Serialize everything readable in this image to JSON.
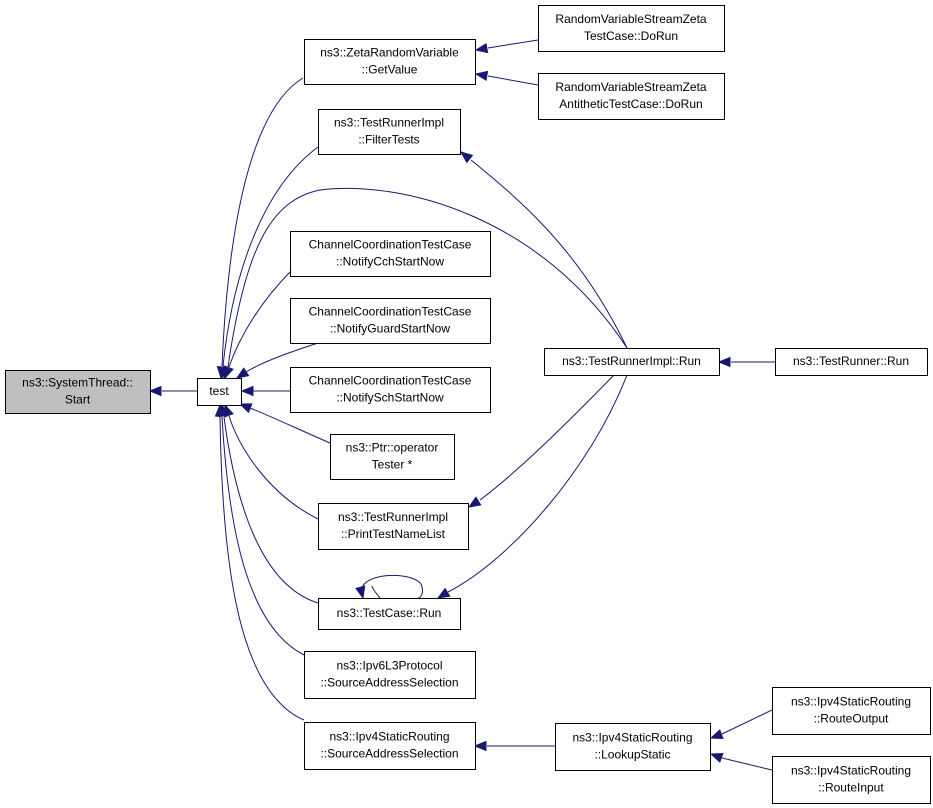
{
  "graph": {
    "nodes": [
      {
        "id": "start",
        "lines": [
          "ns3::SystemThread::",
          "Start"
        ],
        "highlight": true
      },
      {
        "id": "test",
        "lines": [
          "test"
        ]
      },
      {
        "id": "zeta_get",
        "lines": [
          "ns3::ZetaRandomVariable",
          "::GetValue"
        ]
      },
      {
        "id": "zeta_run",
        "lines": [
          "RandomVariableStreamZeta",
          "TestCase::DoRun"
        ]
      },
      {
        "id": "zeta_anti",
        "lines": [
          "RandomVariableStreamZeta",
          "AntitheticTestCase::DoRun"
        ]
      },
      {
        "id": "filter",
        "lines": [
          "ns3::TestRunnerImpl",
          "::FilterTests"
        ]
      },
      {
        "id": "cch",
        "lines": [
          "ChannelCoordinationTestCase",
          "::NotifyCchStartNow"
        ]
      },
      {
        "id": "guard",
        "lines": [
          "ChannelCoordinationTestCase",
          "::NotifyGuardStartNow"
        ]
      },
      {
        "id": "sch",
        "lines": [
          "ChannelCoordinationTestCase",
          "::NotifySchStartNow"
        ]
      },
      {
        "id": "ptr",
        "lines": [
          "ns3::Ptr::operator",
          "Tester *"
        ]
      },
      {
        "id": "printlist",
        "lines": [
          "ns3::TestRunnerImpl",
          "::PrintTestNameList"
        ]
      },
      {
        "id": "testcase",
        "lines": [
          "ns3::TestCase::Run"
        ]
      },
      {
        "id": "ipv6",
        "lines": [
          "ns3::Ipv6L3Protocol",
          "::SourceAddressSelection"
        ]
      },
      {
        "id": "ipv4src",
        "lines": [
          "ns3::Ipv4StaticRouting",
          "::SourceAddressSelection"
        ]
      },
      {
        "id": "runnerimpl",
        "lines": [
          "ns3::TestRunnerImpl::Run"
        ]
      },
      {
        "id": "runner",
        "lines": [
          "ns3::TestRunner::Run"
        ]
      },
      {
        "id": "lookup",
        "lines": [
          "ns3::Ipv4StaticRouting",
          "::LookupStatic"
        ]
      },
      {
        "id": "routeout",
        "lines": [
          "ns3::Ipv4StaticRouting",
          "::RouteOutput"
        ]
      },
      {
        "id": "routein",
        "lines": [
          "ns3::Ipv4StaticRouting",
          "::RouteInput"
        ]
      }
    ],
    "edges": [
      {
        "from": "test",
        "to": "start"
      },
      {
        "from": "zeta_get",
        "to": "test"
      },
      {
        "from": "filter",
        "to": "test"
      },
      {
        "from": "cch",
        "to": "test"
      },
      {
        "from": "guard",
        "to": "test"
      },
      {
        "from": "sch",
        "to": "test"
      },
      {
        "from": "ptr",
        "to": "test"
      },
      {
        "from": "printlist",
        "to": "test"
      },
      {
        "from": "testcase",
        "to": "test"
      },
      {
        "from": "ipv6",
        "to": "test"
      },
      {
        "from": "ipv4src",
        "to": "test"
      },
      {
        "from": "runnerimpl",
        "to": "test"
      },
      {
        "from": "zeta_run",
        "to": "zeta_get"
      },
      {
        "from": "zeta_anti",
        "to": "zeta_get"
      },
      {
        "from": "runnerimpl",
        "to": "filter"
      },
      {
        "from": "runnerimpl",
        "to": "printlist"
      },
      {
        "from": "runnerimpl",
        "to": "testcase"
      },
      {
        "from": "testcase",
        "to": "testcase"
      },
      {
        "from": "runner",
        "to": "runnerimpl"
      },
      {
        "from": "lookup",
        "to": "ipv4src"
      },
      {
        "from": "routeout",
        "to": "lookup"
      },
      {
        "from": "routein",
        "to": "lookup"
      }
    ]
  }
}
